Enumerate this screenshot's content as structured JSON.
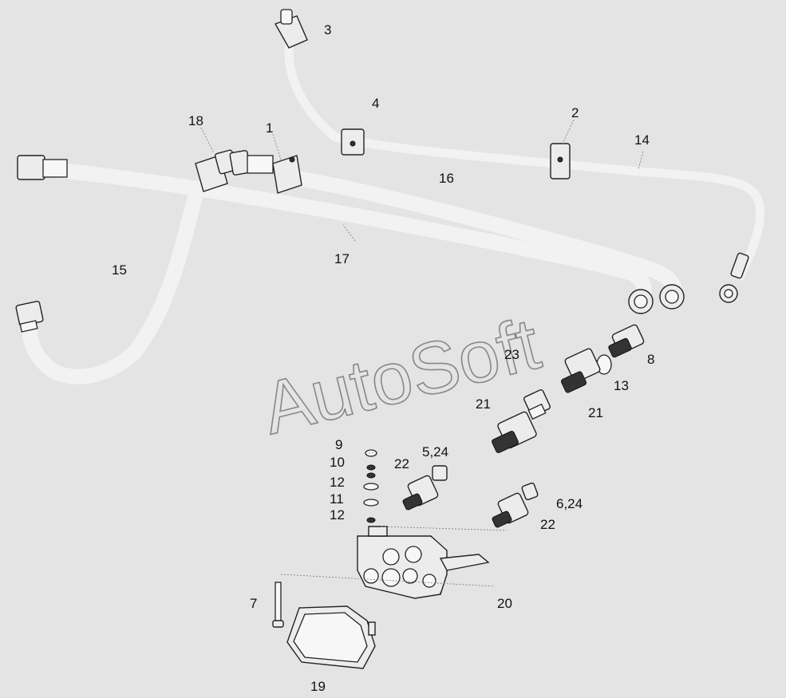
{
  "watermark": "AutoSoft",
  "callouts": {
    "c1": "1",
    "c2": "2",
    "c3": "3",
    "c4": "4",
    "c5": "5,24",
    "c6": "6,24",
    "c7": "7",
    "c8": "8",
    "c9": "9",
    "c10": "10",
    "c11": "11",
    "c12a": "12",
    "c12b": "12",
    "c13": "13",
    "c14": "14",
    "c15": "15",
    "c16": "16",
    "c17": "17",
    "c18": "18",
    "c19": "19",
    "c20": "20",
    "c21a": "21",
    "c21b": "21",
    "c22a": "22",
    "c22b": "22",
    "c23": "23"
  }
}
